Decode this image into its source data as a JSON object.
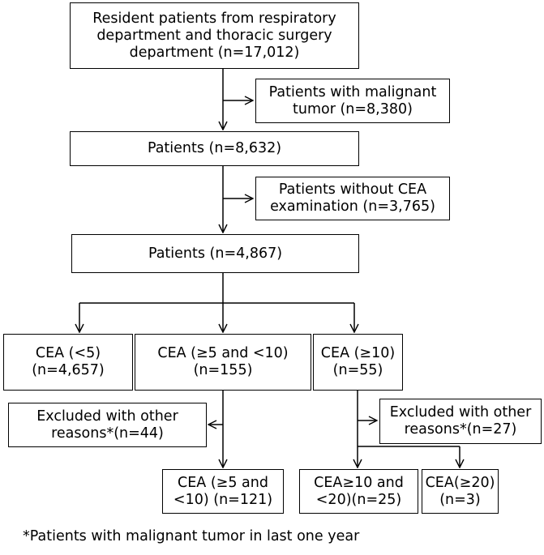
{
  "boxes": {
    "resident": "Resident patients from respiratory\ndepartment and thoracic surgery\ndepartment (n=17,012)",
    "malignant": "Patients with malignant\ntumor (n=8,380)",
    "patients_8632": "Patients (n=8,632)",
    "no_cea": "Patients without CEA\nexamination (n=3,765)",
    "patients_4867": "Patients (n=4,867)",
    "cea_lt5": "CEA (<5)\n(n=4,657)",
    "cea_5_10": "CEA (≥5 and <10)\n(n=155)",
    "cea_ge10": "CEA (≥10)\n(n=55)",
    "excluded_left": "Excluded with other\nreasons*(n=44)",
    "excluded_right": "Excluded with other\nreasons*(n=27)",
    "cea_5_10_final": "CEA (≥5 and\n<10) (n=121)",
    "cea_10_20": "CEA≥10 and\n<20)(n=25)",
    "cea_ge20": "CEA(≥20)\n(n=3)"
  },
  "footnote": "*Patients with malignant tumor in last one year"
}
